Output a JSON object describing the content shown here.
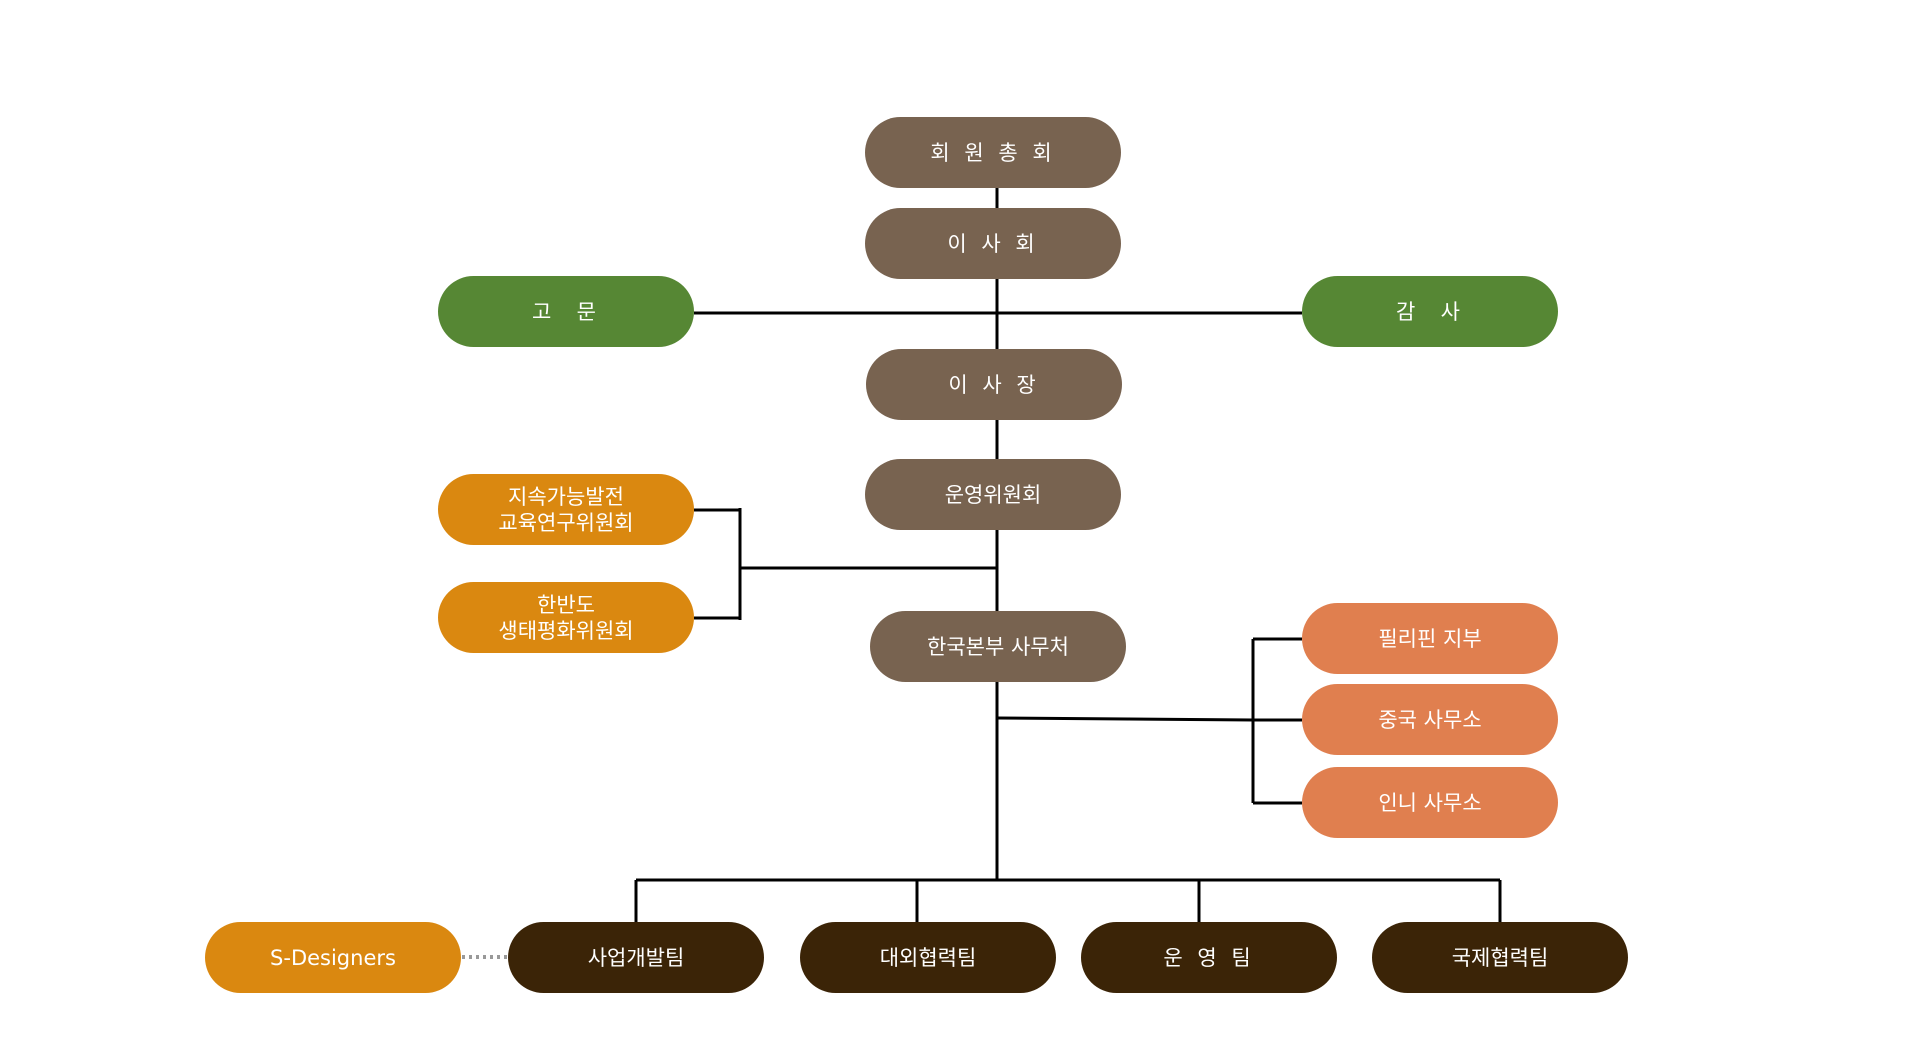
{
  "colors": {
    "governance": "#786350",
    "advisory": "#568734",
    "committee": "#da8810",
    "overseas": "#e07f4f",
    "team": "#3b2407",
    "line": "#000000",
    "dotted_link": "#999999"
  },
  "org": {
    "general_assembly": "회 원 총 회",
    "board": "이 사 회",
    "advisor": "고  문",
    "auditor": "감  사",
    "chairman": "이 사 장",
    "steering_committee": "운영위원회",
    "committees": [
      {
        "line1": "지속가능발전",
        "line2": "교육연구위원회"
      },
      {
        "line1": "한반도",
        "line2": "생태평화위원회"
      }
    ],
    "secretariat": "한국본부 사무처",
    "overseas_offices": [
      "필리핀 지부",
      "중국 사무소",
      "인니 사무소"
    ],
    "teams": [
      "사업개발팀",
      "대외협력팀",
      "운 영 팀",
      "국제협력팀"
    ],
    "partner": "S-Designers"
  }
}
